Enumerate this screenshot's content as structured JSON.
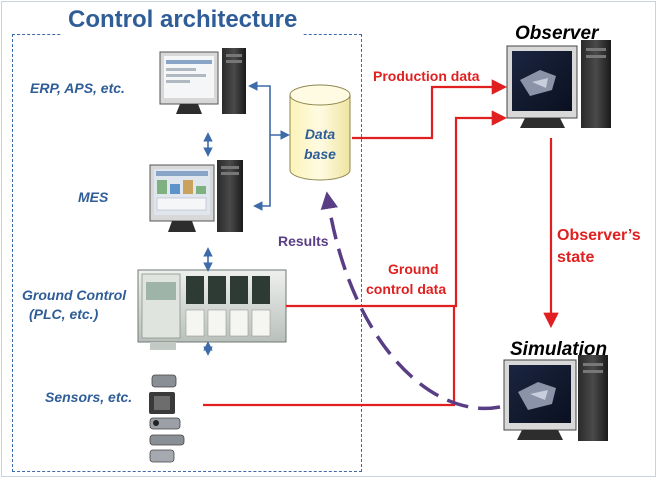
{
  "title": "Control architecture",
  "levels": {
    "erp": "ERP, APS, etc.",
    "mes": "MES",
    "ground_control_line1": "Ground Control",
    "ground_control_line2": "(PLC, etc.)",
    "sensors": "Sensors, etc."
  },
  "database": {
    "line1": "Data",
    "line2": "base"
  },
  "nodes": {
    "observer": "Observer",
    "simulation": "Simulation"
  },
  "flows": {
    "production_data": "Production data",
    "ground_control_data_line1": "Ground",
    "ground_control_data_line2": "control data",
    "observer_state_line1": "Observer’s",
    "observer_state_line2": "state",
    "results": "Results"
  },
  "colors": {
    "title_blue": "#2f5d97",
    "data_flow_red": "#e02020",
    "results_purple": "#5a3e85",
    "link_blue": "#3d6aa8",
    "database_fill": "#fdf6c8"
  },
  "icons": [
    "desktop-computer-icon",
    "plc-module-icon",
    "sensor-icon",
    "database-cylinder-icon"
  ]
}
